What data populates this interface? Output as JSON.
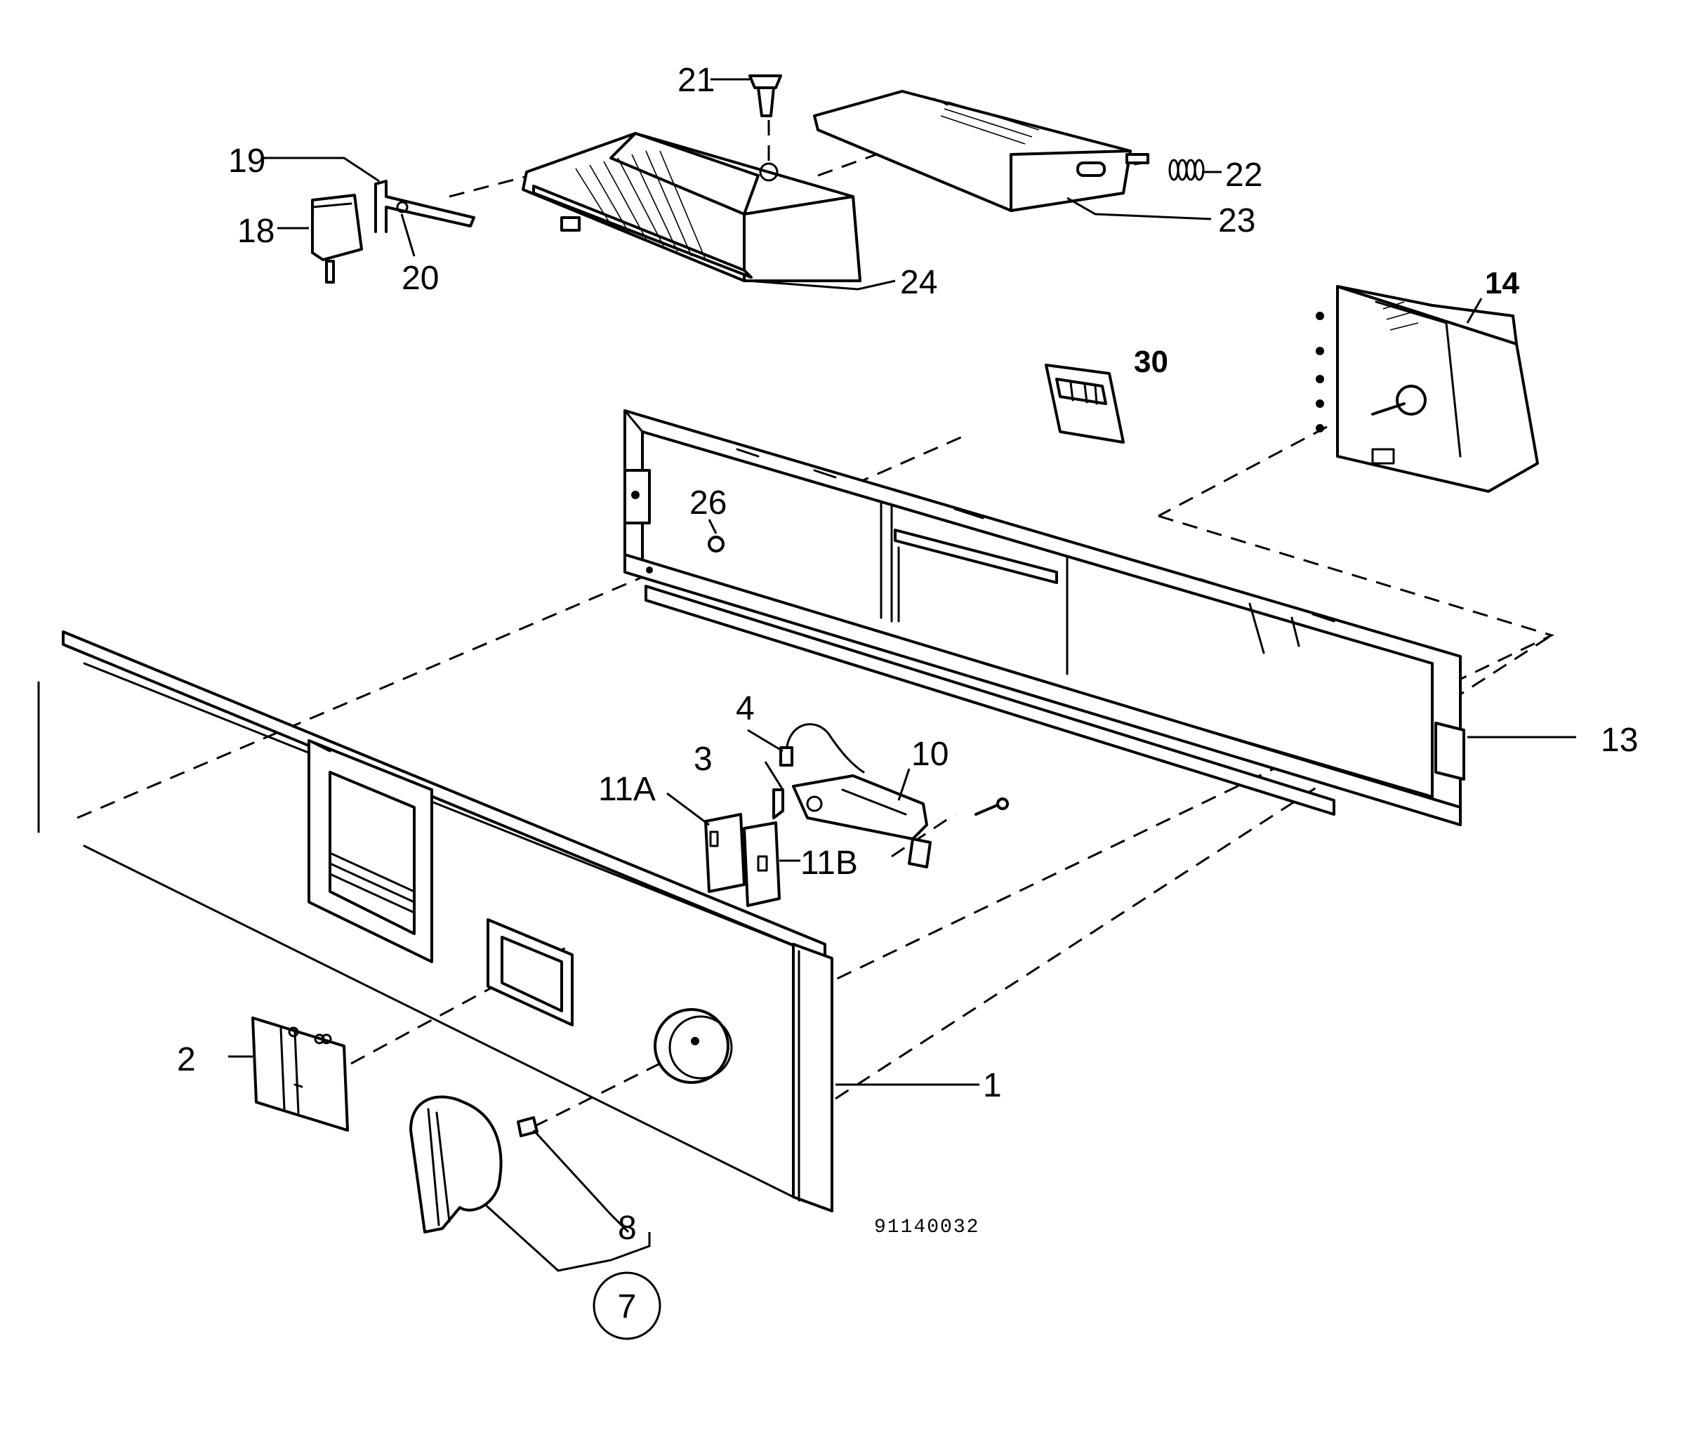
{
  "drawing_number": "91140032",
  "callouts": {
    "c1": "1",
    "c2": "2",
    "c3": "3",
    "c4": "4",
    "c7": "7",
    "c8": "8",
    "c10": "10",
    "c11a": "11A",
    "c11b": "11B",
    "c13": "13",
    "c14": "14",
    "c18": "18",
    "c19": "19",
    "c20": "20",
    "c21": "21",
    "c22": "22",
    "c23": "23",
    "c24": "24",
    "c26": "26",
    "c30": "30"
  }
}
